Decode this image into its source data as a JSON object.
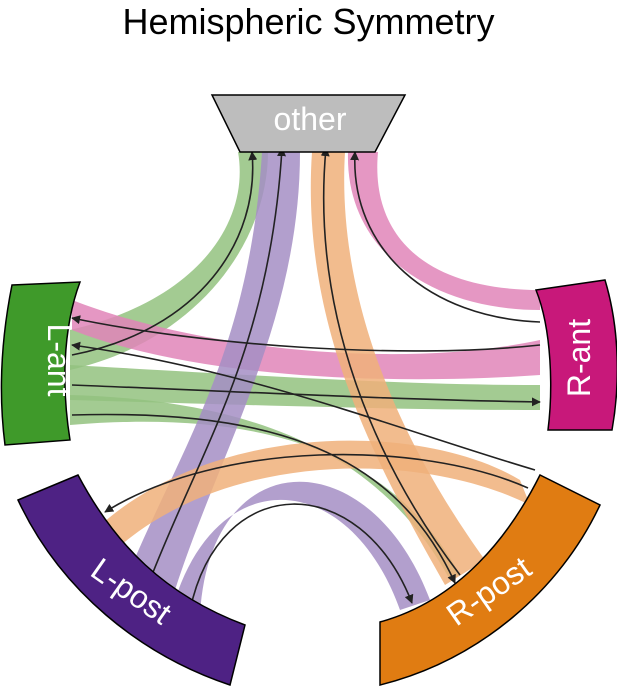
{
  "title": "Hemispheric Symmetry",
  "regions": [
    {
      "id": "other",
      "label": "other",
      "color": "#bdbdbd"
    },
    {
      "id": "l-ant",
      "label": "L-ant",
      "color": "#3f9a2a"
    },
    {
      "id": "r-ant",
      "label": "R-ant",
      "color": "#c8187a"
    },
    {
      "id": "l-post",
      "label": "L-post",
      "color": "#4e2284"
    },
    {
      "id": "r-post",
      "label": "R-post",
      "color": "#e07c12"
    }
  ],
  "ribbon_colors": {
    "green": "#93c27f",
    "pink": "#e185b8",
    "purple": "#a48ec4",
    "orange": "#f0b07a"
  },
  "connections": [
    {
      "from": "l-ant",
      "to": "other",
      "color": "green"
    },
    {
      "from": "l-ant",
      "to": "r-ant",
      "color": "green"
    },
    {
      "from": "l-ant",
      "to": "r-post",
      "color": "green"
    },
    {
      "from": "r-ant",
      "to": "other",
      "color": "pink"
    },
    {
      "from": "r-ant",
      "to": "l-ant",
      "color": "pink"
    },
    {
      "from": "l-post",
      "to": "other",
      "color": "purple"
    },
    {
      "from": "l-post",
      "to": "r-post",
      "color": "purple"
    },
    {
      "from": "r-post",
      "to": "other",
      "color": "orange"
    },
    {
      "from": "r-post",
      "to": "l-post",
      "color": "orange"
    },
    {
      "from": "r-post",
      "to": "l-ant",
      "color": "orange"
    }
  ]
}
